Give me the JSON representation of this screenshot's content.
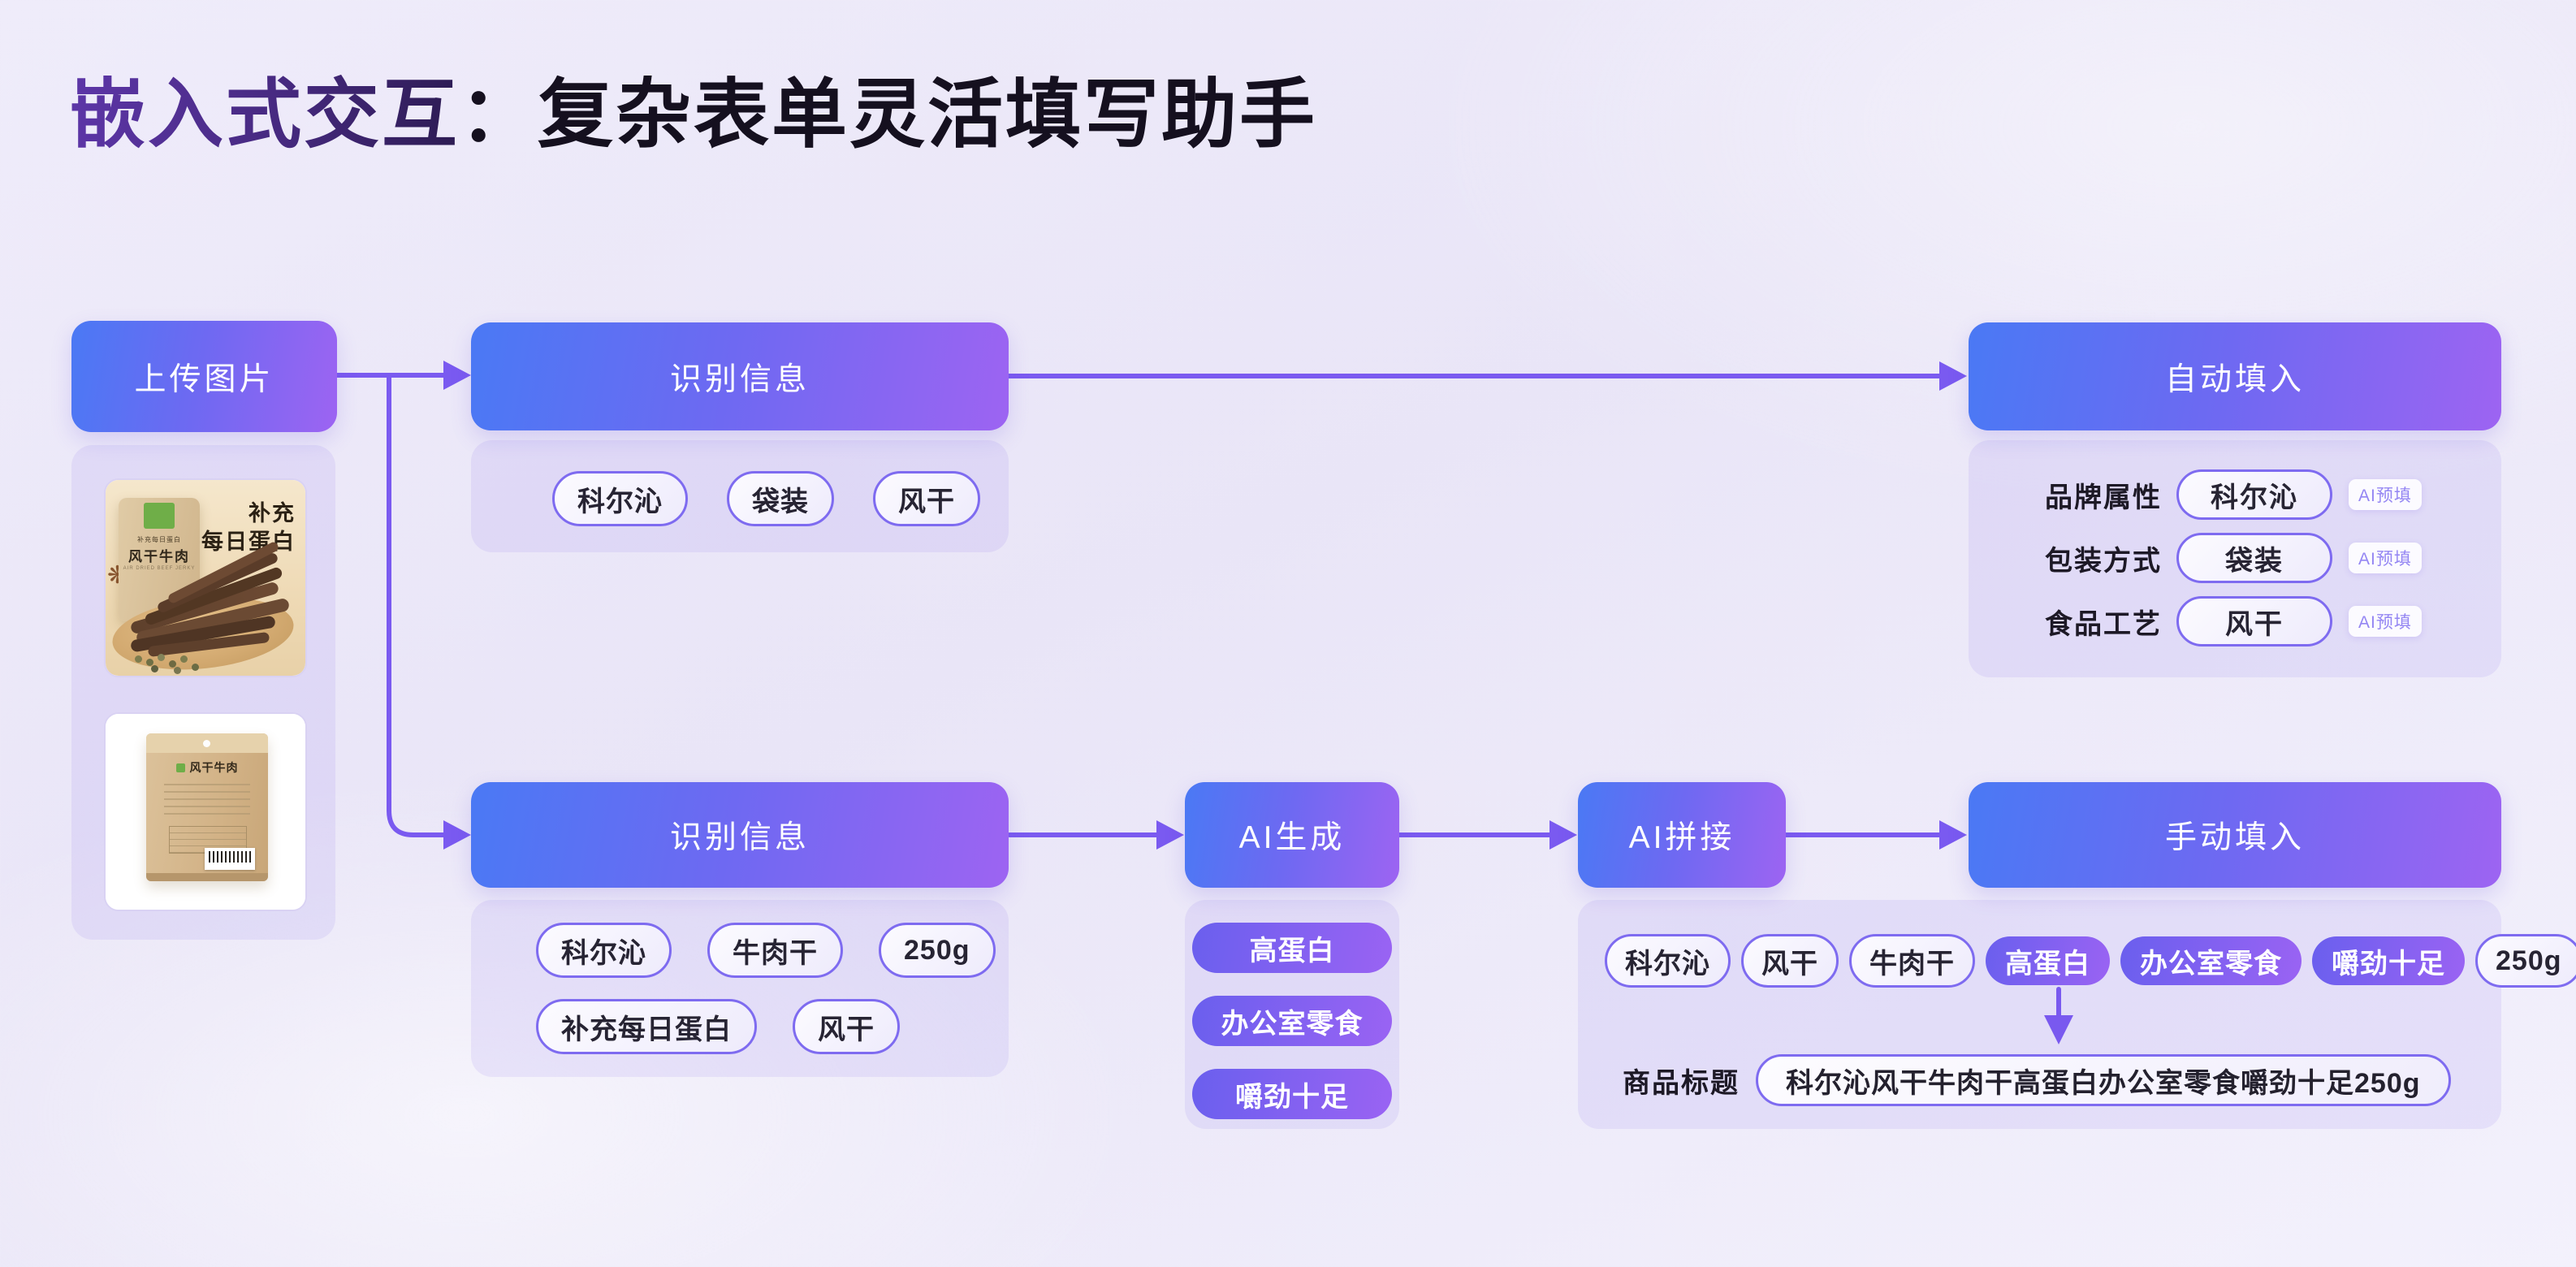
{
  "page": {
    "title_part1": "嵌入式交互",
    "title_part2": "：复杂表单灵活填写助手"
  },
  "colors": {
    "accent_purple": "#7a5af0",
    "node_gradient_start": "#4a79f4",
    "node_gradient_end": "#9d64f2",
    "panel_fill": "#e7e2f7",
    "pill_border": "#7e6bf0",
    "badge_text": "#9486f3"
  },
  "flow": {
    "upload": {
      "label": "上传图片"
    },
    "recognize_top": {
      "label": "识别信息",
      "tags": [
        "科尔沁",
        "袋装",
        "风干"
      ]
    },
    "autofill": {
      "label": "自动填入",
      "fields": [
        {
          "label": "品牌属性",
          "value": "科尔沁",
          "badge": "AI预填"
        },
        {
          "label": "包装方式",
          "value": "袋装",
          "badge": "AI预填"
        },
        {
          "label": "食品工艺",
          "value": "风干",
          "badge": "AI预填"
        }
      ]
    },
    "recognize_bottom": {
      "label": "识别信息",
      "tags_row1": [
        "科尔沁",
        "牛肉干",
        "250g"
      ],
      "tags_row2": [
        "补充每日蛋白",
        "风干"
      ]
    },
    "ai_generate": {
      "label": "AI生成",
      "tags": [
        "高蛋白",
        "办公室零食",
        "嚼劲十足"
      ]
    },
    "ai_splice": {
      "label": "AI拼接"
    },
    "manual": {
      "label": "手动填入",
      "tags": [
        {
          "text": "科尔沁",
          "filled": false
        },
        {
          "text": "风干",
          "filled": false
        },
        {
          "text": "牛肉干",
          "filled": false
        },
        {
          "text": "高蛋白",
          "filled": true
        },
        {
          "text": "办公室零食",
          "filled": true
        },
        {
          "text": "嚼劲十足",
          "filled": true
        },
        {
          "text": "250g",
          "filled": false
        }
      ],
      "result_label": "商品标题",
      "result_value": "科尔沁风干牛肉干高蛋白办公室零食嚼劲十足250g"
    }
  },
  "photos": {
    "photo1": {
      "headline_line1": "补充",
      "headline_line2": "每日蛋白",
      "bag_subtitle": "补充每日蛋白",
      "bag_title": "风干牛肉",
      "bag_caption": "AIR DRIED BEEF JERKY"
    },
    "photo2": {
      "bag_title": "风干牛肉"
    }
  }
}
